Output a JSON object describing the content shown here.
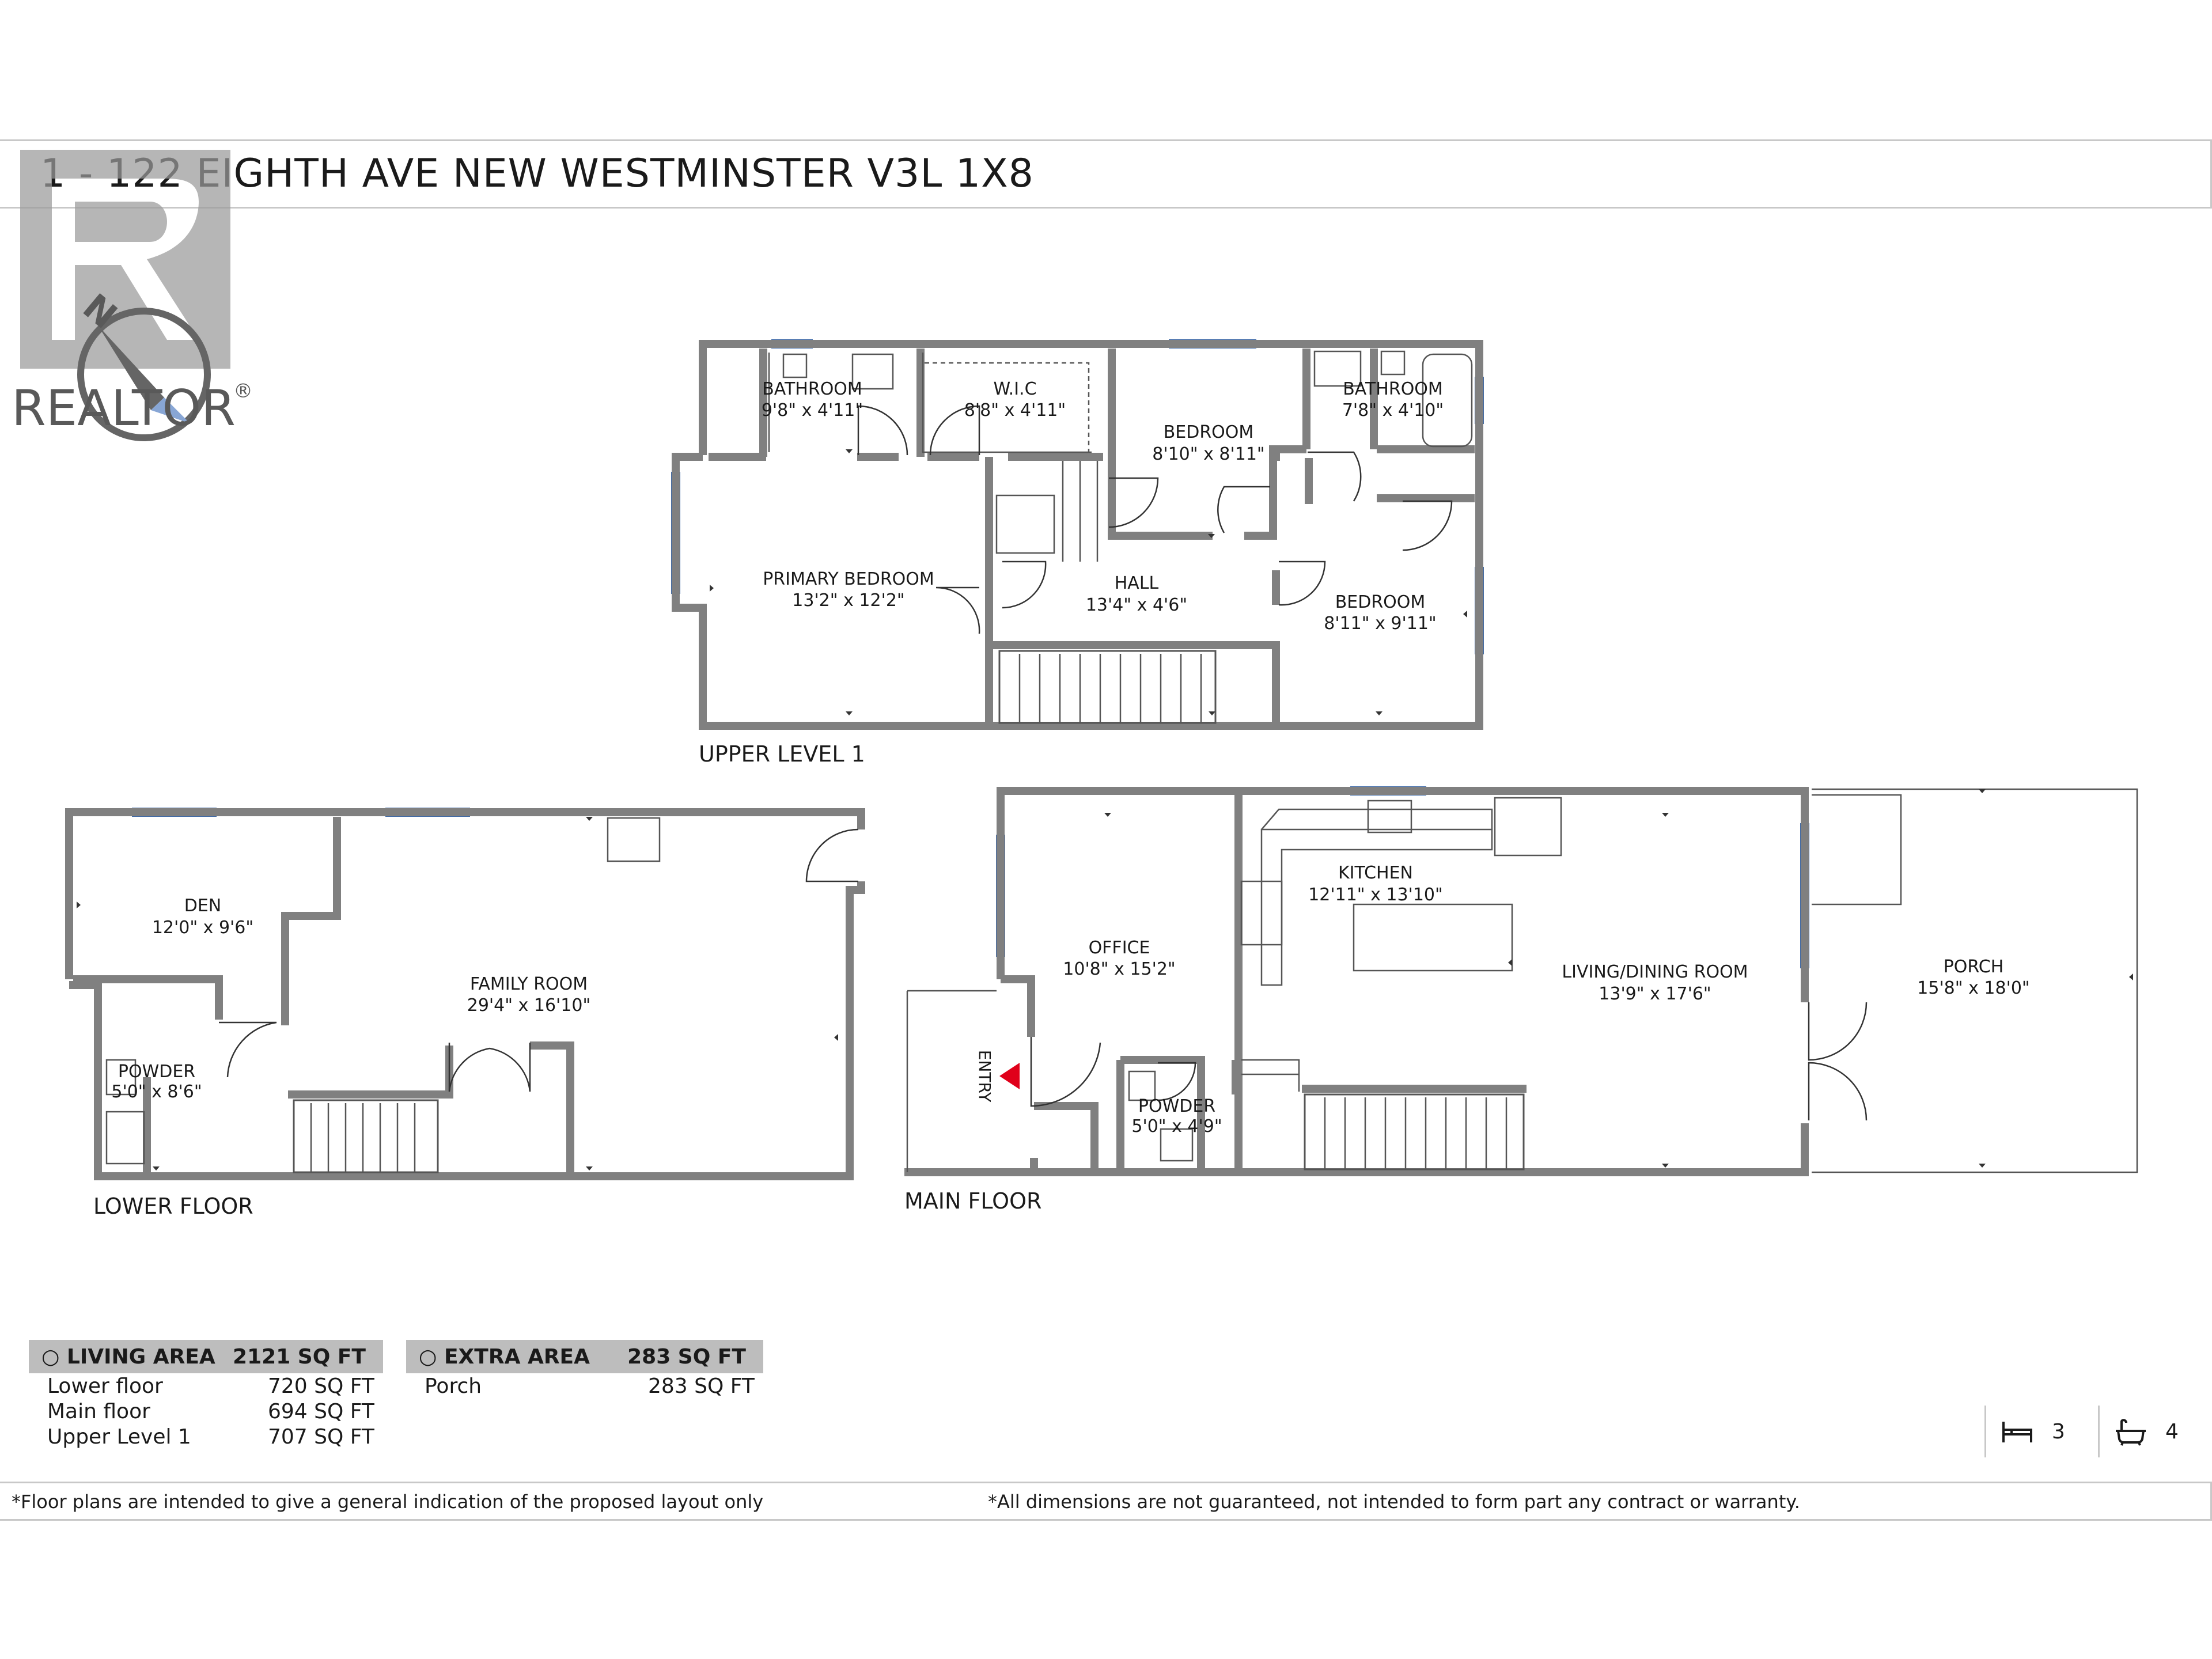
{
  "title": "1 - 122 EIGHTH AVE NEW WESTMINSTER V3L 1X8",
  "watermark": {
    "text": "REALTOR",
    "registered": "®",
    "compass": "N"
  },
  "levels": {
    "upper": {
      "label": "UPPER LEVEL 1",
      "rooms": [
        {
          "name": "BATHROOM",
          "dim": "9'8\" x 4'11\""
        },
        {
          "name": "W.I.C",
          "dim": "8'8\" x 4'11\""
        },
        {
          "name": "BEDROOM",
          "dim": "8'10\" x 8'11\""
        },
        {
          "name": "BATHROOM",
          "dim": "7'8\" x 4'10\""
        },
        {
          "name": "PRIMARY BEDROOM",
          "dim": "13'2\" x 12'2\""
        },
        {
          "name": "HALL",
          "dim": "13'4\" x 4'6\""
        },
        {
          "name": "BEDROOM",
          "dim": "8'11\" x 9'11\""
        }
      ]
    },
    "lower": {
      "label": "LOWER FLOOR",
      "rooms": [
        {
          "name": "DEN",
          "dim": "12'0\" x 9'6\""
        },
        {
          "name": "FAMILY ROOM",
          "dim": "29'4\" x 16'10\""
        },
        {
          "name": "POWDER",
          "dim": "5'0\" x 8'6\""
        }
      ]
    },
    "main": {
      "label": "MAIN FLOOR",
      "entry": "ENTRY",
      "rooms": [
        {
          "name": "KITCHEN",
          "dim": "12'11\" x 13'10\""
        },
        {
          "name": "OFFICE",
          "dim": "10'8\" x 15'2\""
        },
        {
          "name": "LIVING/DINING ROOM",
          "dim": "13'9\" x 17'6\""
        },
        {
          "name": "PORCH",
          "dim": "15'8\" x 18'0\""
        },
        {
          "name": "POWDER",
          "dim": "5'0\" x 4'9\""
        }
      ]
    }
  },
  "living_area": {
    "header": "LIVING AREA",
    "total": "2121 SQ FT",
    "rows": [
      {
        "label": "Lower floor",
        "value": "720 SQ FT"
      },
      {
        "label": "Main floor",
        "value": "694 SQ FT"
      },
      {
        "label": "Upper Level 1",
        "value": "707 SQ FT"
      }
    ]
  },
  "extra_area": {
    "header": "EXTRA AREA",
    "total": "283 SQ FT",
    "rows": [
      {
        "label": "Porch",
        "value": "283 SQ FT"
      }
    ]
  },
  "counts": {
    "bedrooms": "3",
    "bathrooms": "4",
    "bed_icon": "bed-icon",
    "bath_icon": "bathtub-icon"
  },
  "disclaimer": {
    "left": "*Floor plans are intended to give a general indication of the proposed layout only",
    "right": "*All dimensions are not guaranteed, not intended to form part any contract or warranty."
  },
  "colors": {
    "wall": "#808080",
    "window": "#5b85c6",
    "entry_marker": "#e0001a",
    "table_header": "#bdbdbd"
  }
}
